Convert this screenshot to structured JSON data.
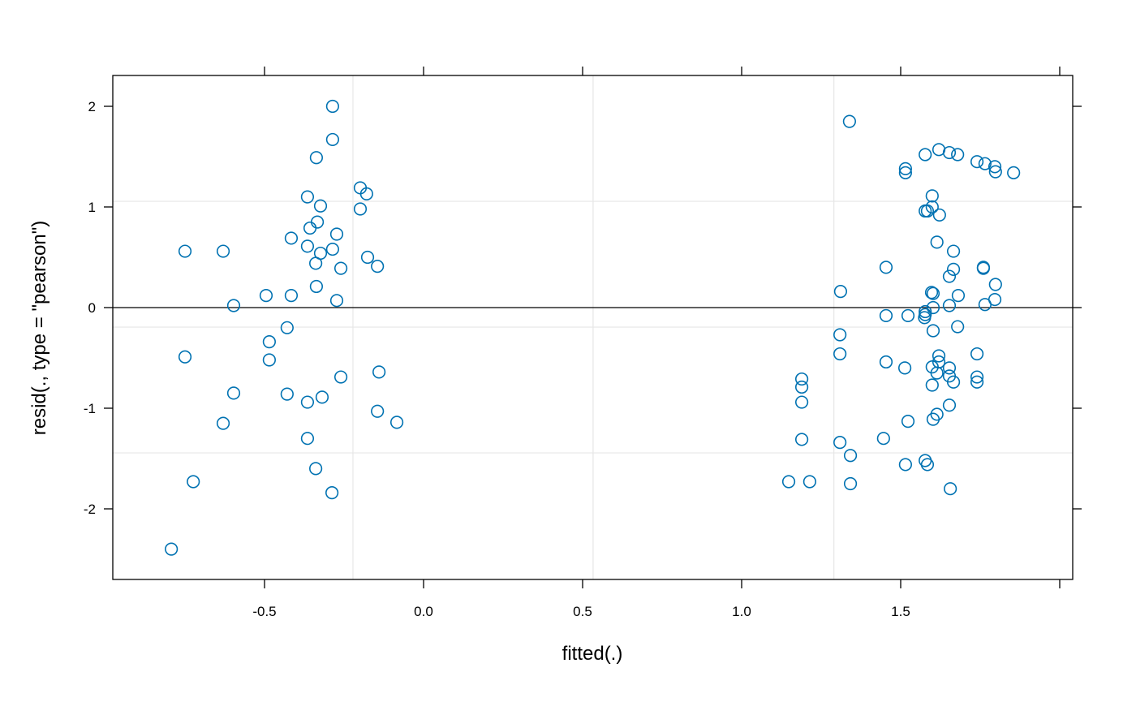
{
  "chart_data": {
    "type": "scatter",
    "title": "",
    "xlabel": "fitted(.)",
    "ylabel": "resid(., type = \"pearson\")",
    "xlim": [
      -1.0,
      2.02
    ],
    "ylim": [
      -2.7,
      2.3
    ],
    "x_ticks": [
      -0.5,
      0.0,
      0.5,
      1.0,
      1.5,
      2.0
    ],
    "x_tick_labels": [
      "-0.5",
      "0.0",
      "0.5",
      "1.0",
      "1.5",
      ""
    ],
    "y_ticks": [
      2,
      1,
      0,
      -1,
      -2
    ],
    "y_tick_labels": [
      "2",
      "1",
      "0",
      "-1",
      "-2"
    ],
    "grid": true,
    "grid_x": [
      -0.222,
      0.533,
      1.29
    ],
    "grid_y": [
      1.056,
      -0.194,
      -1.444
    ],
    "reference_line_y": 0,
    "point_color": "#0072B2",
    "grid_color": "#E6E6E6",
    "points": [
      [
        -0.286,
        2.0
      ],
      [
        -0.286,
        1.67
      ],
      [
        -0.337,
        1.49
      ],
      [
        -0.199,
        1.19
      ],
      [
        -0.179,
        1.13
      ],
      [
        -0.365,
        1.1
      ],
      [
        -0.324,
        1.01
      ],
      [
        -0.199,
        0.98
      ],
      [
        -0.334,
        0.85
      ],
      [
        -0.357,
        0.79
      ],
      [
        -0.416,
        0.69
      ],
      [
        -0.273,
        0.73
      ],
      [
        -0.75,
        0.56
      ],
      [
        -0.63,
        0.56
      ],
      [
        -0.365,
        0.61
      ],
      [
        -0.286,
        0.58
      ],
      [
        -0.324,
        0.54
      ],
      [
        -0.176,
        0.5
      ],
      [
        -0.339,
        0.44
      ],
      [
        -0.145,
        0.41
      ],
      [
        -0.26,
        0.39
      ],
      [
        -0.337,
        0.21
      ],
      [
        -0.495,
        0.12
      ],
      [
        -0.416,
        0.12
      ],
      [
        -0.273,
        0.07
      ],
      [
        -0.597,
        0.02
      ],
      [
        -0.429,
        -0.2
      ],
      [
        -0.485,
        -0.34
      ],
      [
        -0.485,
        -0.52
      ],
      [
        -0.75,
        -0.49
      ],
      [
        -0.14,
        -0.64
      ],
      [
        -0.26,
        -0.69
      ],
      [
        -0.597,
        -0.85
      ],
      [
        -0.429,
        -0.86
      ],
      [
        -0.319,
        -0.89
      ],
      [
        -0.365,
        -0.94
      ],
      [
        -0.145,
        -1.03
      ],
      [
        -0.084,
        -1.14
      ],
      [
        -0.63,
        -1.15
      ],
      [
        -0.365,
        -1.3
      ],
      [
        -0.339,
        -1.6
      ],
      [
        -0.724,
        -1.73
      ],
      [
        -0.288,
        -1.84
      ],
      [
        -0.793,
        -2.4
      ],
      [
        1.339,
        1.85
      ],
      [
        1.577,
        1.52
      ],
      [
        1.62,
        1.57
      ],
      [
        1.653,
        1.54
      ],
      [
        1.679,
        1.52
      ],
      [
        1.74,
        1.45
      ],
      [
        1.765,
        1.43
      ],
      [
        1.796,
        1.4
      ],
      [
        1.798,
        1.35
      ],
      [
        1.855,
        1.34
      ],
      [
        1.515,
        1.38
      ],
      [
        1.515,
        1.34
      ],
      [
        1.599,
        1.11
      ],
      [
        1.599,
        1.0
      ],
      [
        1.577,
        0.96
      ],
      [
        1.584,
        0.96
      ],
      [
        1.622,
        0.92
      ],
      [
        1.614,
        0.65
      ],
      [
        1.666,
        0.56
      ],
      [
        1.454,
        0.4
      ],
      [
        1.76,
        0.4
      ],
      [
        1.76,
        0.39
      ],
      [
        1.666,
        0.38
      ],
      [
        1.653,
        0.31
      ],
      [
        1.311,
        0.16
      ],
      [
        1.597,
        0.15
      ],
      [
        1.602,
        0.14
      ],
      [
        1.798,
        0.23
      ],
      [
        1.681,
        0.12
      ],
      [
        1.796,
        0.08
      ],
      [
        1.653,
        0.02
      ],
      [
        1.765,
        0.03
      ],
      [
        1.602,
        0.0
      ],
      [
        1.577,
        -0.04
      ],
      [
        1.577,
        -0.07
      ],
      [
        1.575,
        -0.1
      ],
      [
        1.454,
        -0.08
      ],
      [
        1.523,
        -0.08
      ],
      [
        1.679,
        -0.19
      ],
      [
        1.602,
        -0.23
      ],
      [
        1.309,
        -0.27
      ],
      [
        1.309,
        -0.46
      ],
      [
        1.74,
        -0.46
      ],
      [
        1.62,
        -0.48
      ],
      [
        1.62,
        -0.54
      ],
      [
        1.454,
        -0.54
      ],
      [
        1.599,
        -0.59
      ],
      [
        1.513,
        -0.6
      ],
      [
        1.653,
        -0.6
      ],
      [
        1.614,
        -0.65
      ],
      [
        1.653,
        -0.68
      ],
      [
        1.74,
        -0.69
      ],
      [
        1.74,
        -0.74
      ],
      [
        1.666,
        -0.74
      ],
      [
        1.599,
        -0.77
      ],
      [
        1.189,
        -0.71
      ],
      [
        1.189,
        -0.79
      ],
      [
        1.189,
        -0.94
      ],
      [
        1.653,
        -0.97
      ],
      [
        1.614,
        -1.06
      ],
      [
        1.602,
        -1.11
      ],
      [
        1.523,
        -1.13
      ],
      [
        1.189,
        -1.31
      ],
      [
        1.309,
        -1.34
      ],
      [
        1.446,
        -1.3
      ],
      [
        1.342,
        -1.47
      ],
      [
        1.577,
        -1.52
      ],
      [
        1.584,
        -1.56
      ],
      [
        1.515,
        -1.56
      ],
      [
        1.148,
        -1.73
      ],
      [
        1.214,
        -1.73
      ],
      [
        1.342,
        -1.75
      ],
      [
        1.656,
        -1.8
      ]
    ]
  }
}
